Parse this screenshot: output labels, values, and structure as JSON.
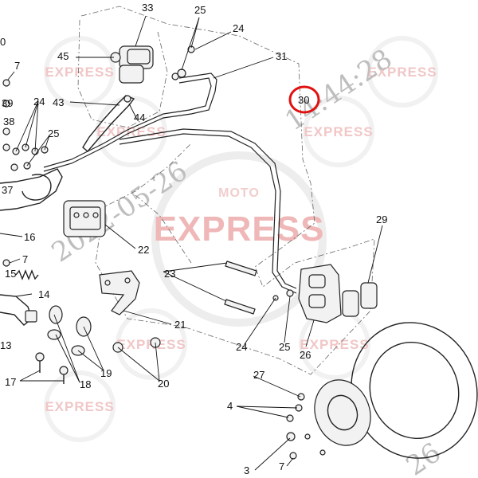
{
  "watermark": {
    "brand": "EXPRESS",
    "brand_prefix": "MOTO",
    "date_main": "2022-05-26",
    "time": "14:44:28",
    "date_corner": "26",
    "brand_color": "#e8a0a0",
    "text_color": "#bbbbbb"
  },
  "highlight": {
    "label": "30",
    "ring_color": "#e01010"
  },
  "callouts": {
    "n33": "33",
    "n25a": "25",
    "n24a": "24",
    "n31": "31",
    "n45": "45",
    "n43": "43",
    "n44": "44",
    "n7a": "7",
    "n39": "39",
    "n38": "38",
    "n24b": "24",
    "n25b": "25",
    "n37": "37",
    "n16": "16",
    "n22": "22",
    "n7b": "7",
    "n15": "15",
    "n14": "14",
    "n13": "13",
    "n23": "23",
    "n21": "21",
    "n24c": "24",
    "n25c": "25",
    "n26": "26",
    "n29": "29",
    "n18": "18",
    "n19": "19",
    "n20": "20",
    "n17": "17",
    "n27": "27",
    "n4": "4",
    "n3": "3",
    "n7c": "7",
    "n0": "0"
  }
}
